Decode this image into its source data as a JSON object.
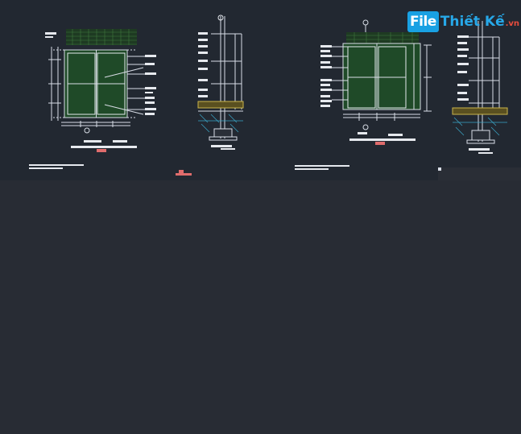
{
  "logo": {
    "file": "File",
    "thiet_ke": "Thiết Kế",
    "vn": ".vn"
  },
  "colors": {
    "viewport_bg": "#222831",
    "lower_bg": "#282c34",
    "line": "#d8dde6",
    "hatch_green": "#2d5a2d",
    "grid_green": "#3f7a3f",
    "red_tag": "#e06c6c",
    "ground_yellow": "#c9b34a",
    "water_cyan": "#3aa6c8",
    "logo_blue": "#19a1e3",
    "logo_red": "#e84c3d"
  },
  "drawings": [
    {
      "name": "gate-elevation-1",
      "type": "elevation"
    },
    {
      "name": "post-section-1",
      "type": "section"
    },
    {
      "name": "gate-elevation-2",
      "type": "elevation"
    },
    {
      "name": "post-section-2",
      "type": "section"
    }
  ]
}
